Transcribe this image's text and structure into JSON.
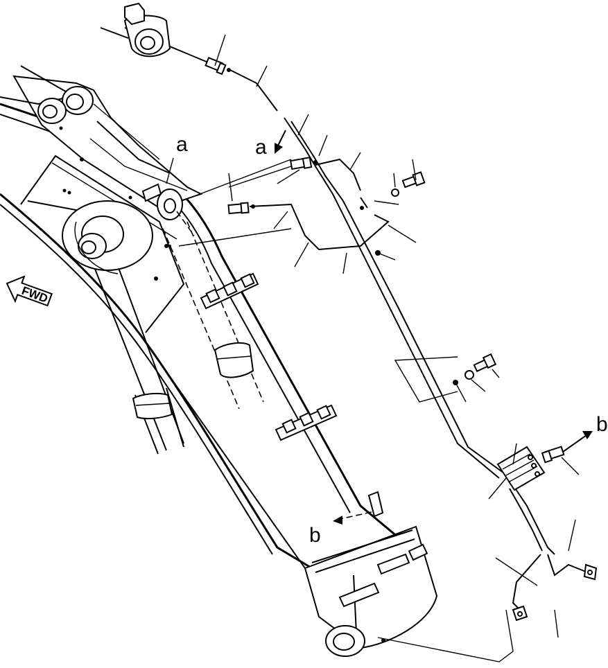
{
  "labels": {
    "detail_a_upper": "a",
    "detail_a_lower": "a",
    "detail_b_right": "b",
    "detail_b_lower": "b"
  },
  "direction_marker": "FWD"
}
